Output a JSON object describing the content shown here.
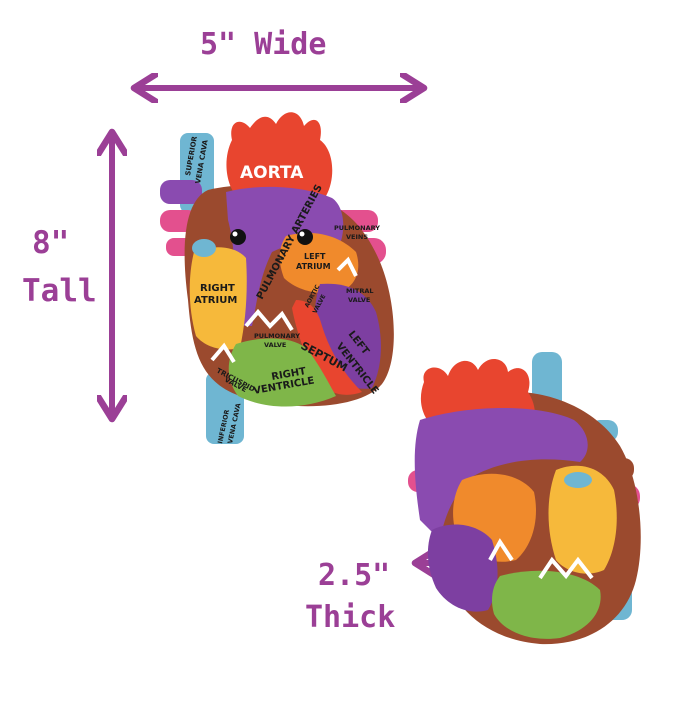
{
  "dimensions": {
    "width_label": "5\" Wide",
    "height_label_line1": "8\"",
    "height_label_line2": "Tall",
    "thickness_label_line1": "2.5\"",
    "thickness_label_line2": "Thick"
  },
  "heart_labels": {
    "aorta": "AORTA",
    "superior_vena_cava_1": "SUPERIOR",
    "superior_vena_cava_2": "VENA CAVA",
    "pulmonary_arteries": "PULMONARY ARTERIES",
    "pulmonary_veins_1": "PULMONARY",
    "pulmonary_veins_2": "VEINS",
    "left_atrium_1": "LEFT",
    "left_atrium_2": "ATRIUM",
    "right_atrium_1": "RIGHT",
    "right_atrium_2": "ATRIUM",
    "aortic_valve_1": "AORTIC",
    "aortic_valve_2": "VALVE",
    "mitral_valve_1": "MITRAL",
    "mitral_valve_2": "VALVE",
    "pulmonary_valve_1": "PULMONARY",
    "pulmonary_valve_2": "VALVE",
    "septum": "SEPTUM",
    "left_ventricle_1": "LEFT",
    "left_ventricle_2": "VENTRICLE",
    "tricuspid_valve_1": "TRICUSPID",
    "tricuspid_valve_2": "VALVE",
    "right_ventricle_1": "RIGHT",
    "right_ventricle_2": "VENTRICLE",
    "inferior_vena_cava_1": "INFERIOR",
    "inferior_vena_cava_2": "VENA CAVA"
  },
  "colors": {
    "accent": "#9b3f96",
    "aorta_red": "#e8452f",
    "vessel_blue": "#6fb6d2",
    "vessel_purple": "#8a4bb0",
    "vein_pink": "#e3508e",
    "atrium_yellow": "#f6b93b",
    "ventricle_green": "#7fb649",
    "ventricle_purple": "#7d3fa1",
    "chamber_orange": "#f08a2c",
    "muscle_brown": "#9b4a2e"
  }
}
